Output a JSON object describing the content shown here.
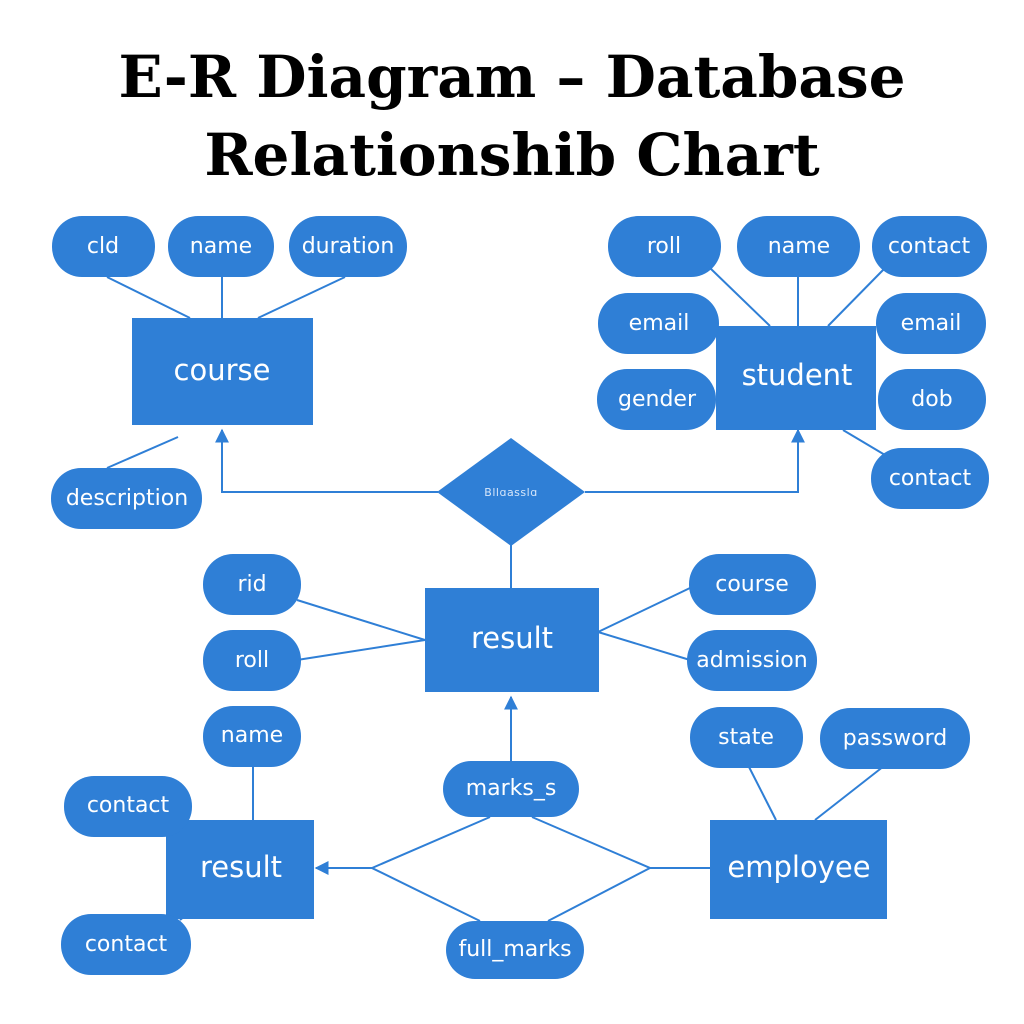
{
  "title_line1": "E-R Diagram – Database",
  "title_line2": "Relationshib Chart",
  "colors": {
    "shape_fill": "#2f7fd6",
    "line": "#2f7fd6",
    "text": "#ffffff"
  },
  "entities": {
    "course": "course",
    "student": "student",
    "result_center": "result",
    "result_bottom": "result",
    "employee": "employee"
  },
  "relationship": {
    "label": "Bllɑasslɑ"
  },
  "attributes": {
    "course_cid": "cld",
    "course_name": "name",
    "course_duration": "duration",
    "course_description": "description",
    "student_roll": "roll",
    "student_name": "name",
    "student_contact_top": "contact",
    "student_email_left": "email",
    "student_email_right": "email",
    "student_gender": "gender",
    "student_dob": "dob",
    "student_contact_bottom": "contact",
    "result_rid": "rid",
    "result_roll": "roll",
    "result_course": "course",
    "result_admission": "admission",
    "bottom_name": "name",
    "bottom_contact_top": "contact",
    "bottom_contact_bottom": "contact",
    "marks_s": "marks_s",
    "full_marks": "full_marks",
    "employee_state": "state",
    "employee_password": "password"
  }
}
